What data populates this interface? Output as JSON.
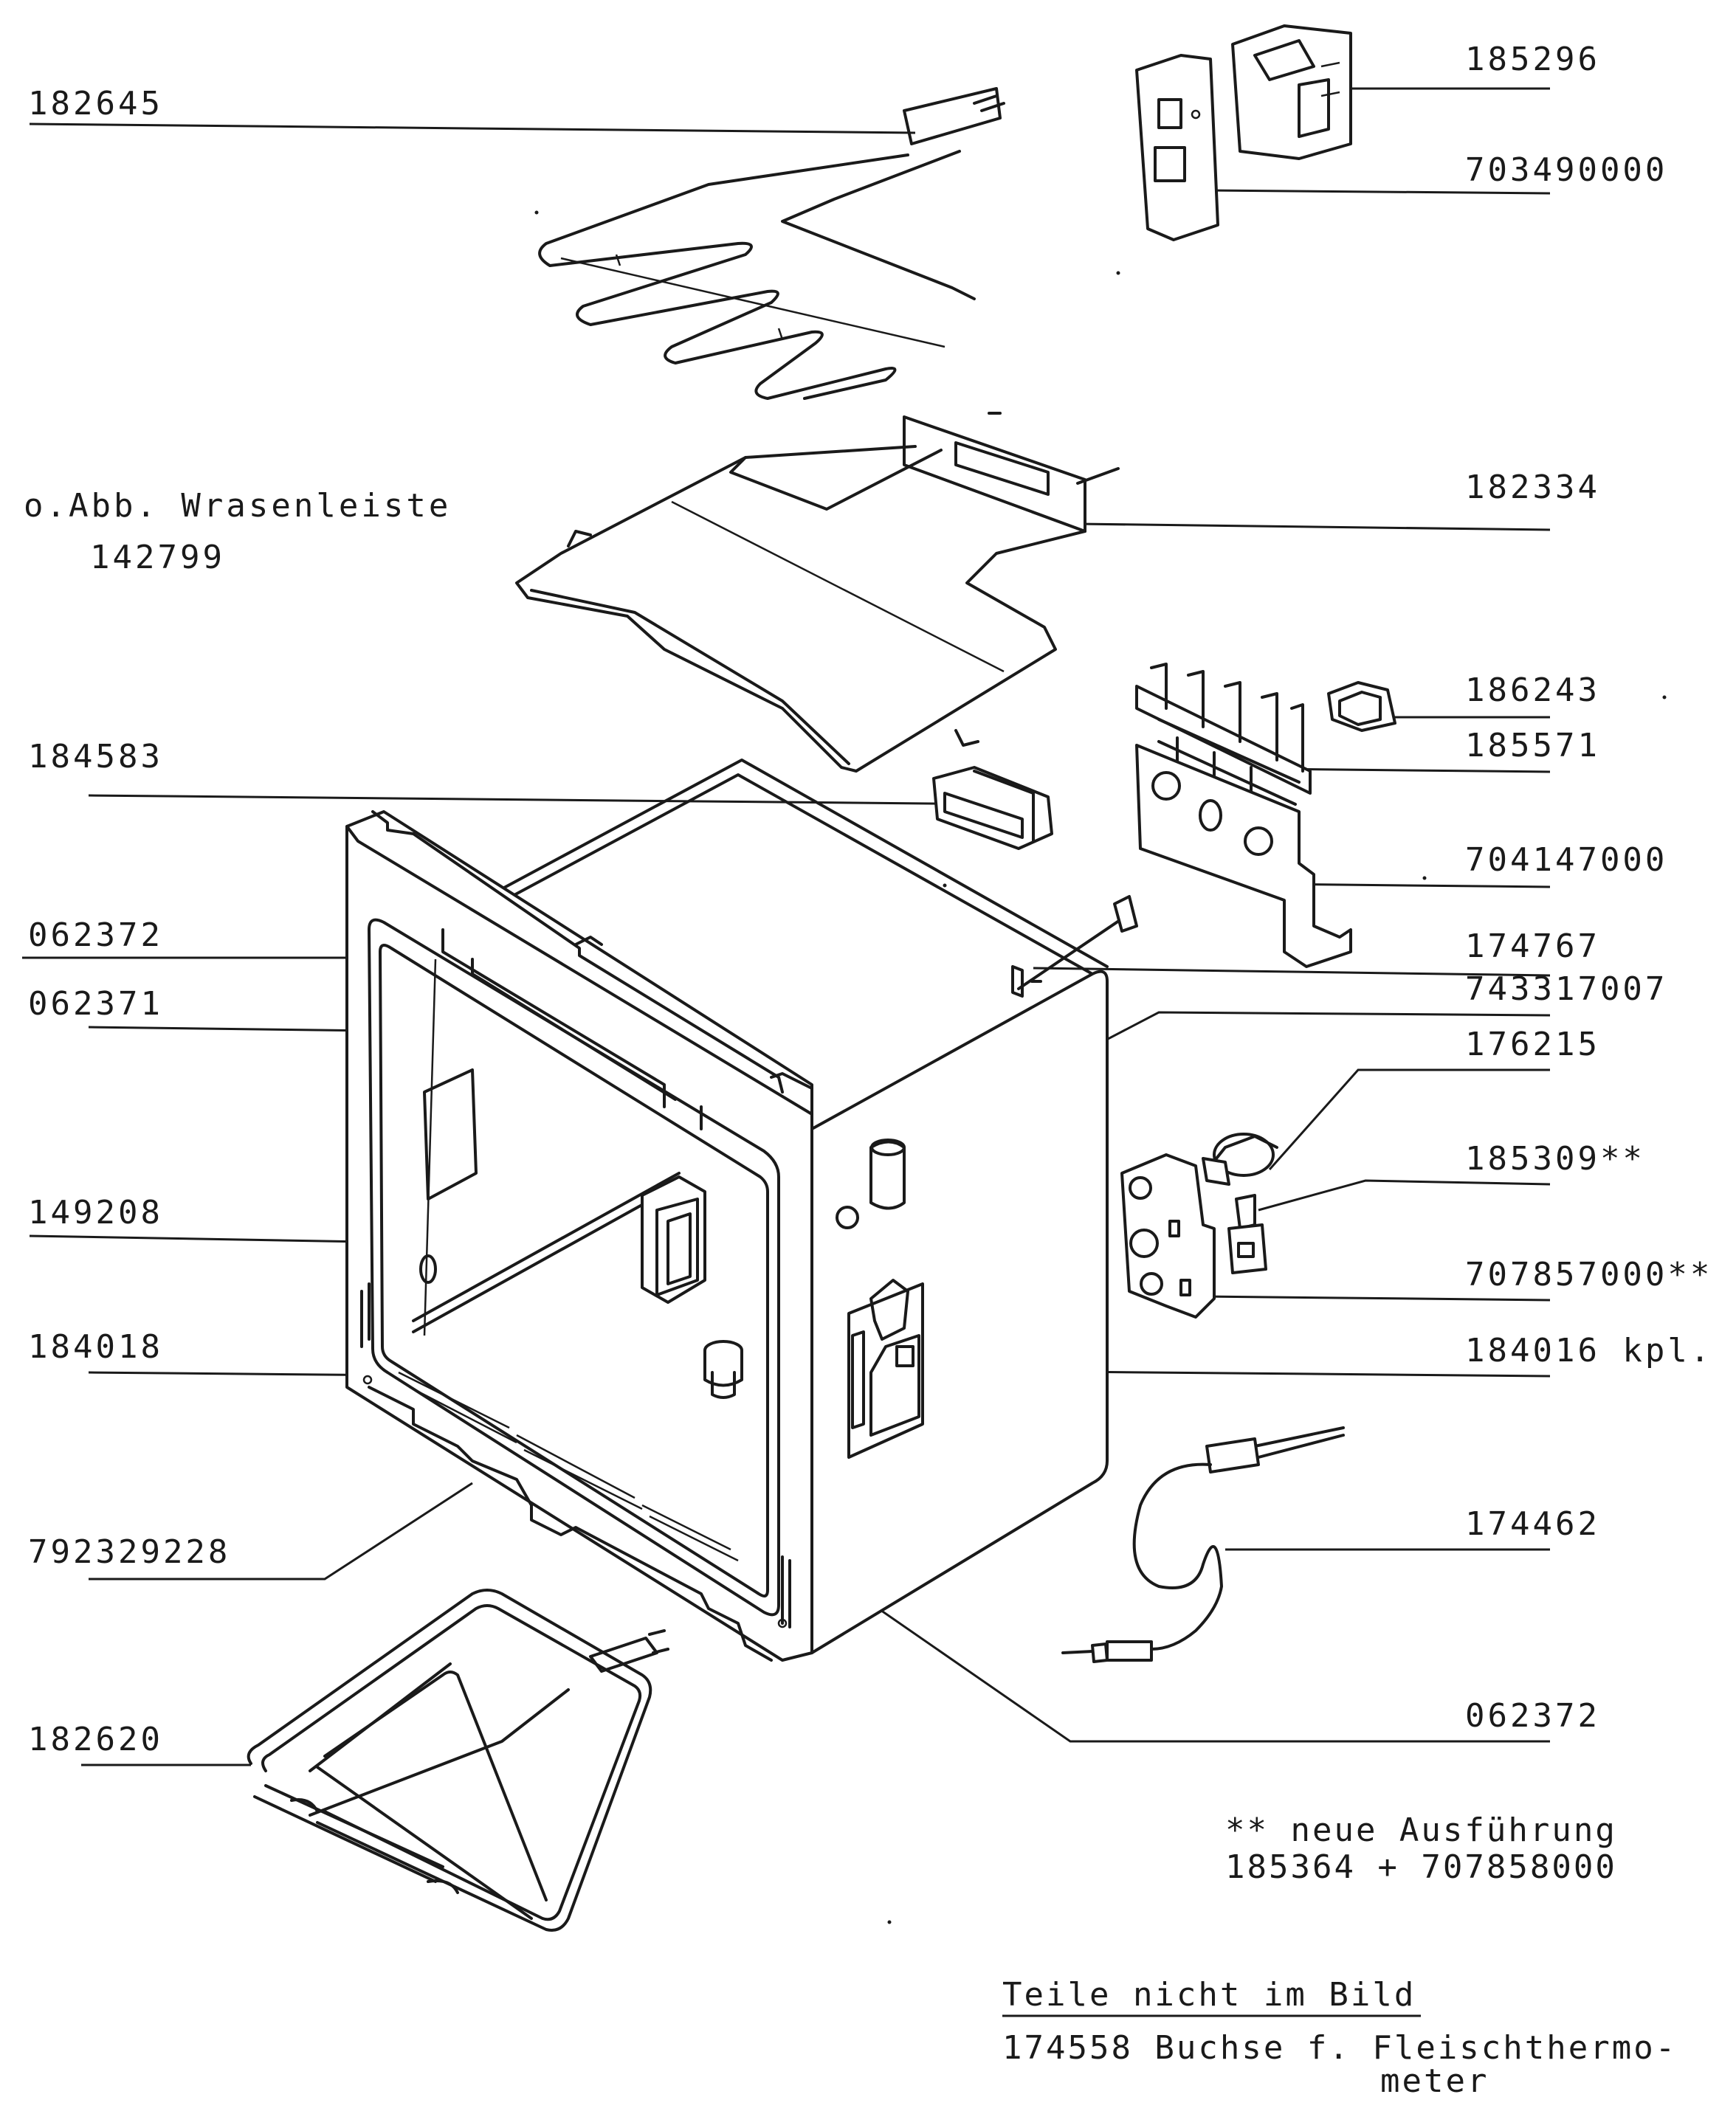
{
  "labels": {
    "p182645": "182645",
    "p185296": "185296",
    "p703490000": "703490000",
    "abb_line1": "o.Abb. Wrasenleiste",
    "abb_line2": "142799",
    "p182334": "182334",
    "p186243": "186243",
    "p185571": "185571",
    "p184583": "184583",
    "p704147000": "704147000",
    "p062372_left": "062372",
    "p174767": "174767",
    "p743317007": "743317007",
    "p062371": "062371",
    "p176215": "176215",
    "p185309": "185309**",
    "p149208": "149208",
    "p707857000": "707857000**",
    "p184018": "184018",
    "p184016": "184016 kpl.",
    "p174462": "174462",
    "p792329228": "792329228",
    "p062372_right": "062372",
    "p182620": "182620"
  },
  "notes": {
    "new_version_line1": "** neue Ausführung",
    "new_version_line2": "185364 + 707858000",
    "not_shown_heading": "Teile nicht im Bild",
    "not_shown_item_line1": "174558 Buchse f. Fleischthermo-",
    "not_shown_item_line2": "meter"
  }
}
